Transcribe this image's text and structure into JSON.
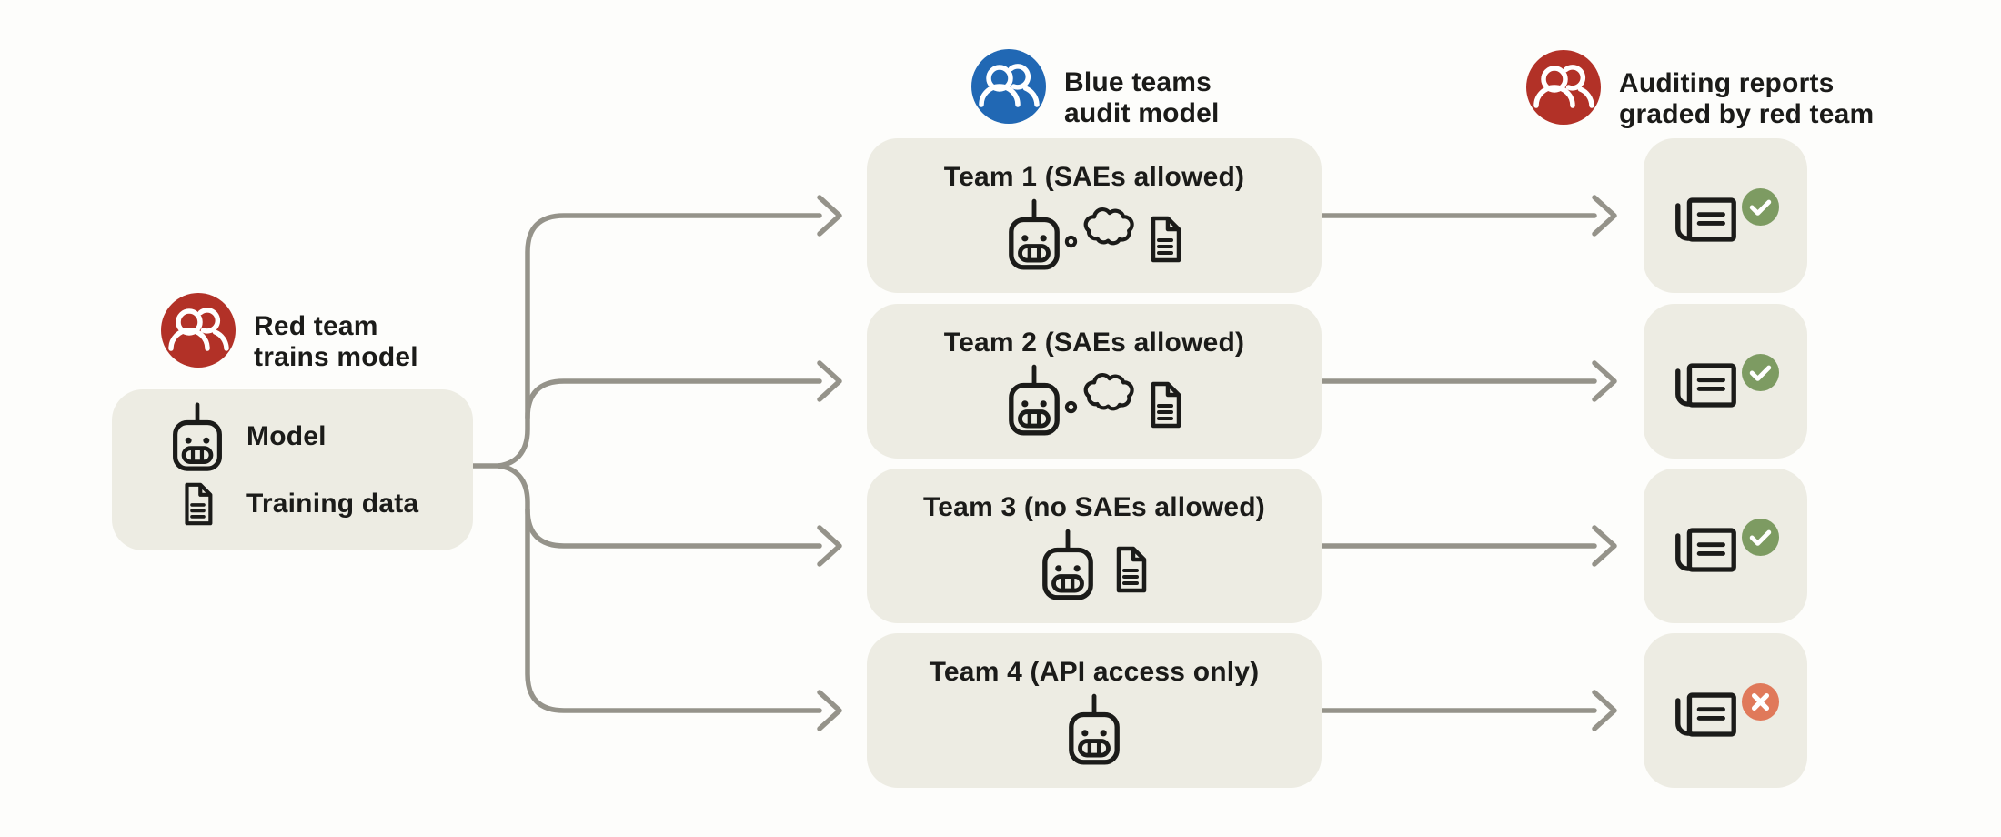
{
  "legend": {
    "red_team": {
      "icon": "people-icon",
      "line1": "Red team",
      "line2": "trains model",
      "circle_color": "#b23127"
    },
    "blue_team": {
      "icon": "people-icon",
      "line1": "Blue teams",
      "line2": "audit model",
      "circle_color": "#2168b4"
    },
    "grading": {
      "icon": "people-icon",
      "line1": "Auditing reports",
      "line2": "graded by red team",
      "circle_color": "#b23127"
    }
  },
  "source_box": {
    "items": [
      {
        "icon": "robot-icon",
        "label": "Model"
      },
      {
        "icon": "document-icon",
        "label": "Training data"
      }
    ]
  },
  "teams": [
    {
      "title": "Team 1 (SAEs allowed)",
      "icons": [
        "robot-icon",
        "thought-bubble-icon",
        "document-icon"
      ],
      "report_status": "pass"
    },
    {
      "title": "Team 2 (SAEs allowed)",
      "icons": [
        "robot-icon",
        "thought-bubble-icon",
        "document-icon"
      ],
      "report_status": "pass"
    },
    {
      "title": "Team 3 (no SAEs allowed)",
      "icons": [
        "robot-icon",
        "document-icon"
      ],
      "report_status": "pass"
    },
    {
      "title": "Team 4 (API access only)",
      "icons": [
        "robot-icon"
      ],
      "report_status": "fail"
    }
  ],
  "reports": {
    "icon": "newspaper-icon",
    "pass_badge": "check-badge",
    "fail_badge": "x-badge"
  },
  "colors": {
    "background": "#fdfdfb",
    "box_bg": "#edece3",
    "connector": "#95938a",
    "text": "#1b1b19",
    "pass_green": "#7d9b62",
    "fail_orange": "#e0795a",
    "red": "#b23127",
    "blue": "#2168b4"
  }
}
